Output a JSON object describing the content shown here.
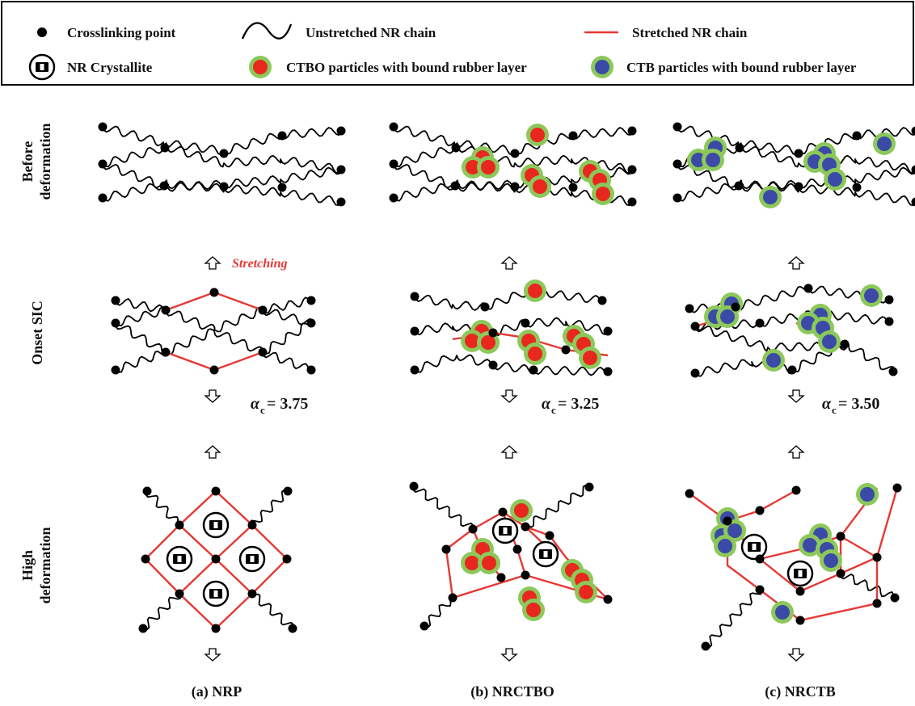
{
  "legend": {
    "crosslink": "Crosslinking point",
    "unstretched": "Unstretched NR chain",
    "stretched": "Stretched NR chain",
    "crystallite": "NR Crystallite",
    "ctbo": "CTBO particles with bound rubber layer",
    "ctb": "CTB particles with bound rubber layer"
  },
  "rows": {
    "before_1": "Before",
    "before_2": "deformation",
    "onset": "Onset SIC",
    "high_1": "High",
    "high_2": "deformation"
  },
  "stretching": "Stretching",
  "alpha": {
    "symbol": "α",
    "sub": "c",
    "nrp": " = 3.75",
    "nrctbo": " = 3.25",
    "nrctb": " = 3.50"
  },
  "captions": {
    "nrp": "(a) NRP",
    "nrctbo": "(b) NRCTBO",
    "nrctb": "(c) NRCTB"
  },
  "colors": {
    "stretched": "#e53935",
    "ctbo_fill": "#e8281e",
    "ctb_fill": "#3b4aa6",
    "bound_layer": "#8cc85a"
  }
}
